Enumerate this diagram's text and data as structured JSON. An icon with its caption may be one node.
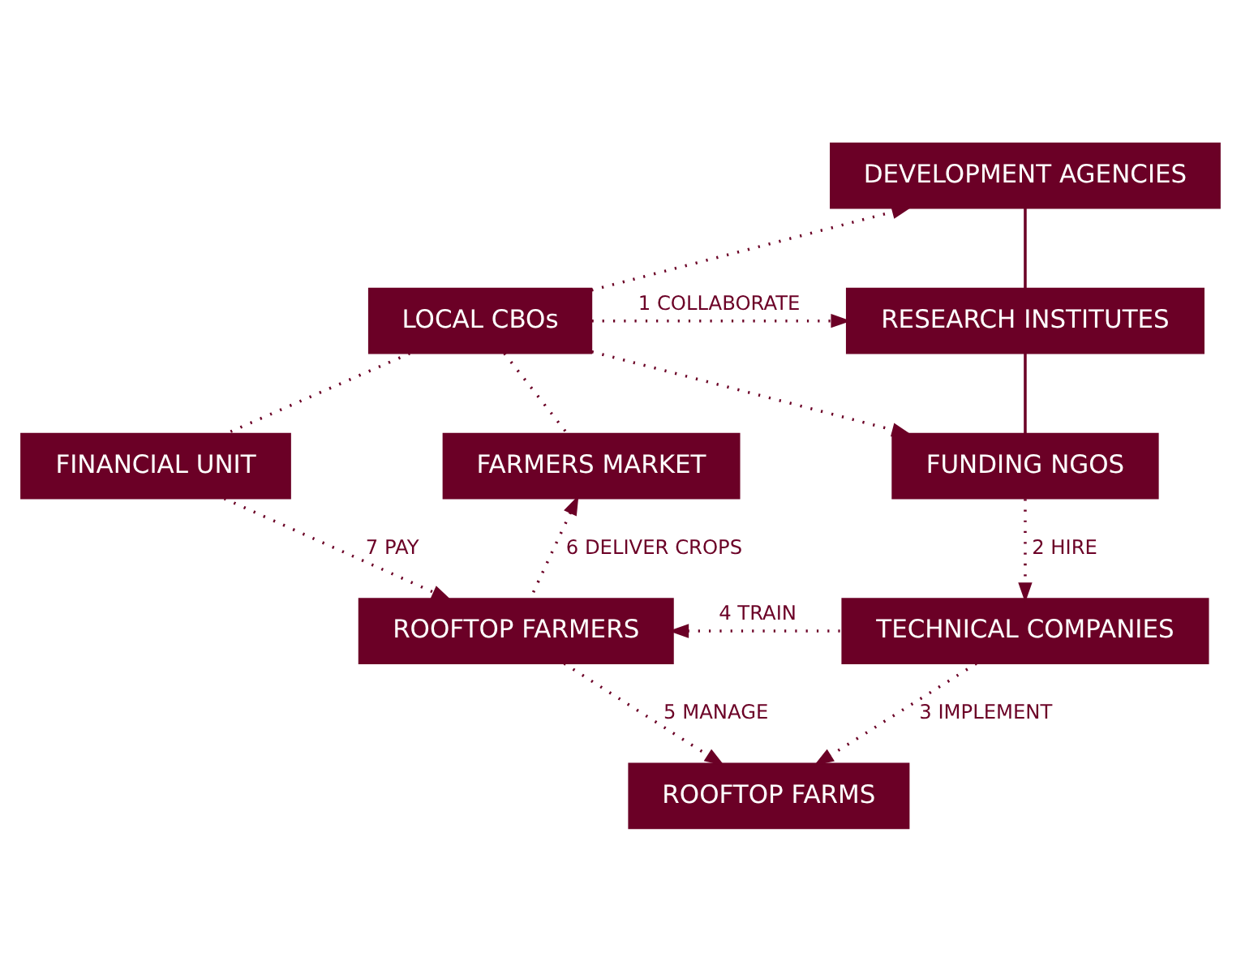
{
  "diagram": {
    "nodes": [
      {
        "text": [
          "LOCAL CBOs"
        ]
      },
      {
        "text": [
          "DEVELOPMENT AGENCIES"
        ]
      },
      {
        "text": [
          "RESEARCH INSTITUTES"
        ]
      },
      {
        "text": [
          "FUNDING NGOS"
        ]
      },
      {
        "text": [
          "FINANCIAL UNIT"
        ]
      },
      {
        "text": [
          "FARMERS MARKET"
        ]
      },
      {
        "text": [
          "ROOFTOP FARMERS"
        ]
      },
      {
        "text": [
          "TECHNICAL COMPANIES"
        ]
      },
      {
        "text": [
          "ROOFTOP FARMS"
        ]
      }
    ],
    "edges": [
      {
        "from": 0,
        "to": 1,
        "arrow": "to",
        "style": "dashed"
      },
      {
        "from": 0,
        "to": 2,
        "arrow": "to",
        "style": "dashed",
        "label": "1 COLLABORATE"
      },
      {
        "from": 0,
        "to": 3,
        "arrow": "to",
        "style": "dashed"
      },
      {
        "from": 1,
        "to": 2,
        "arrow": "none"
      },
      {
        "from": 2,
        "to": 3,
        "arrow": "none"
      },
      {
        "from": 0,
        "to": 4,
        "arrow": "none",
        "style": "dashed"
      },
      {
        "from": 0,
        "to": 5,
        "arrow": "none",
        "style": "dashed"
      },
      {
        "from": 3,
        "to": 7,
        "arrow": "to",
        "style": "dashed",
        "label": "2 HIRE"
      },
      {
        "from": 7,
        "to": 8,
        "arrow": "to",
        "style": "dashed",
        "label": "3 IMPLEMENT"
      },
      {
        "from": 7,
        "to": 6,
        "arrow": "to",
        "style": "dashed",
        "label": "4 TRAIN"
      },
      {
        "from": 6,
        "to": 8,
        "arrow": "to",
        "style": "dashed",
        "label": "5 MANAGE"
      },
      {
        "from": 6,
        "to": 5,
        "arrow": "to",
        "style": "dashed",
        "label": "6 DELIVER CROPS"
      },
      {
        "from": 4,
        "to": 6,
        "arrow": "to",
        "style": "dashed",
        "label": "7 PAY"
      }
    ]
  }
}
